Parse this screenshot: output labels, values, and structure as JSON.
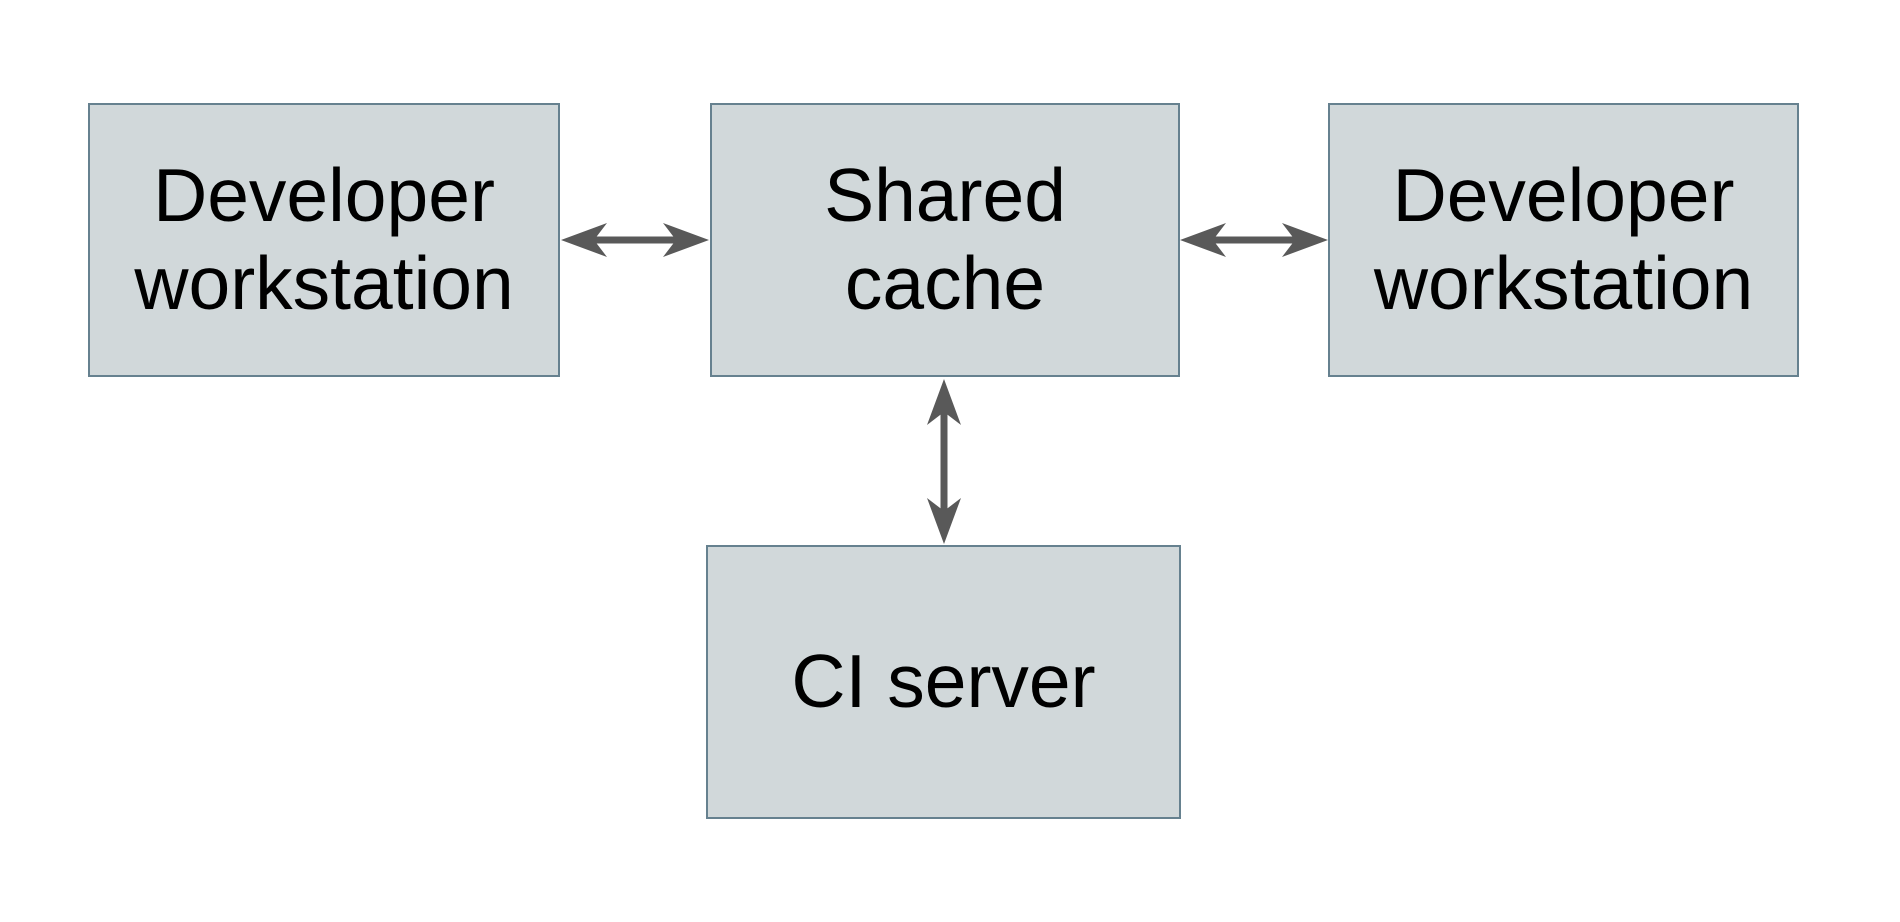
{
  "diagram": {
    "colors": {
      "background": "#ffffff",
      "node_fill": "#d1d8da",
      "node_border": "#66818f",
      "arrow_color": "#595959",
      "text_color": "#000000"
    },
    "nodes": [
      {
        "id": "developer-workstation-left",
        "label": "Developer workstation"
      },
      {
        "id": "shared-cache",
        "label": "Shared cache"
      },
      {
        "id": "developer-workstation-right",
        "label": "Developer workstation"
      },
      {
        "id": "ci-server",
        "label": "CI server"
      }
    ],
    "edges": [
      {
        "from": "developer-workstation-left",
        "to": "shared-cache",
        "direction": "bidirectional"
      },
      {
        "from": "shared-cache",
        "to": "developer-workstation-right",
        "direction": "bidirectional"
      },
      {
        "from": "shared-cache",
        "to": "ci-server",
        "direction": "bidirectional"
      }
    ]
  }
}
